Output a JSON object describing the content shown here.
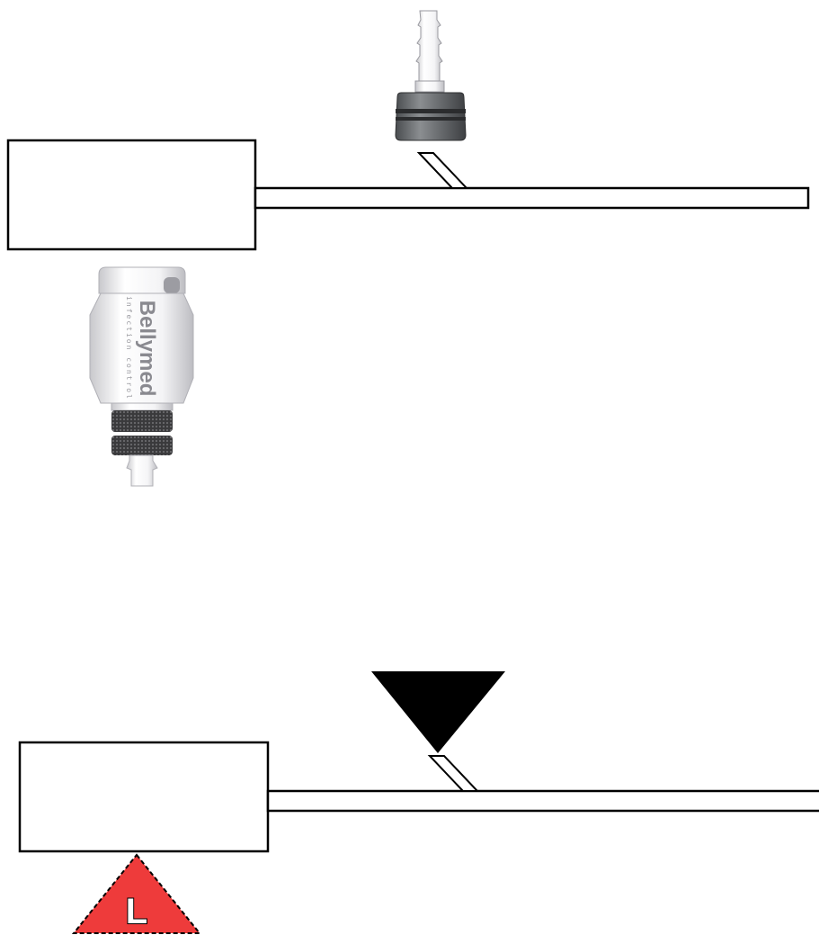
{
  "connector": {
    "brand": "Bellymed",
    "tagline": "infection control"
  },
  "warning_badge": {
    "letter": "L",
    "color": "#ee3b3b"
  }
}
